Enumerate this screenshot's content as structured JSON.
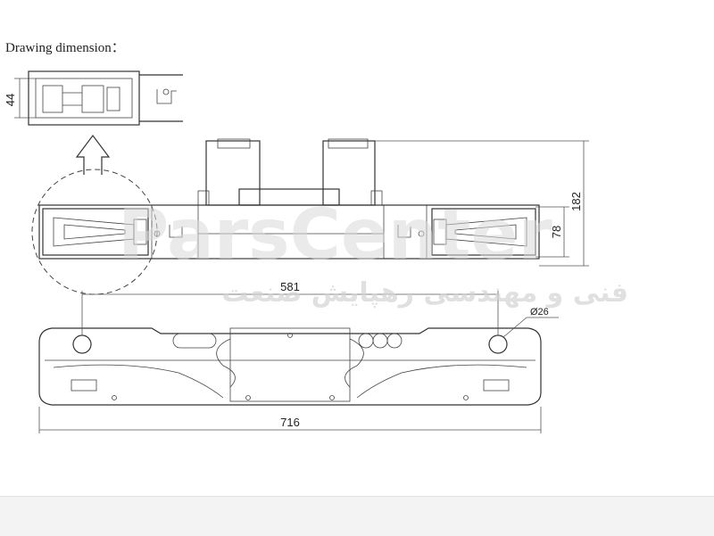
{
  "heading": "Drawing dimension：",
  "dimensions": {
    "detail_height": "44",
    "overall_height": "182",
    "clamp_height": "78",
    "hole_spacing": "581",
    "hole_diameter": "Ø26",
    "overall_length": "716"
  },
  "watermark": {
    "latin": "ParsCenter",
    "persian": "فنی و مهندسی رهپایش صنعت"
  },
  "colors": {
    "line": "#333333",
    "watermark": "#d9d9d9",
    "footer": "#f3f3f3"
  }
}
